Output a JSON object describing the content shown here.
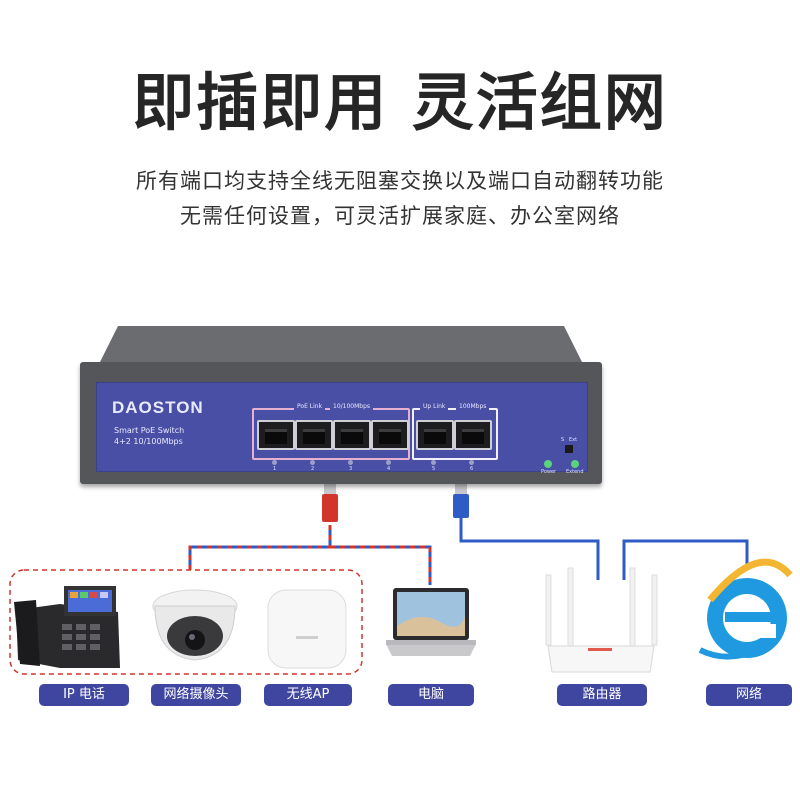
{
  "headline": "即插即用 灵活组网",
  "subtitle_line1": "所有端口均支持全线无阻塞交换以及端口自动翻转功能",
  "subtitle_line2": "无需任何设置，可灵活扩展家庭、办公室网络",
  "switch": {
    "brand": "DAOSTON",
    "model_line1": "Smart PoE Switch",
    "model_line2": "4+2 10/100Mbps",
    "poe_group_label": "PoE Link",
    "poe_speed_label": "10/100Mbps",
    "uplink_group_label": "Up Link",
    "uplink_speed_label": "100Mbps",
    "port_numbers": [
      "1",
      "2",
      "3",
      "4",
      "5",
      "6"
    ],
    "switch_labels": [
      "S",
      "Ext"
    ],
    "power_label": "Power",
    "extend_label": "Extend"
  },
  "device_labels": {
    "ip_phone": "IP 电话",
    "camera": "网络摄像头",
    "wireless_ap": "无线AP",
    "computer": "电脑",
    "router": "路由器",
    "network": "网络"
  },
  "colors": {
    "accent": "#3f46a0",
    "panel": "#4a4fa6",
    "poe_cable": "#d2352b",
    "uplink_cable": "#2f5bc6"
  }
}
